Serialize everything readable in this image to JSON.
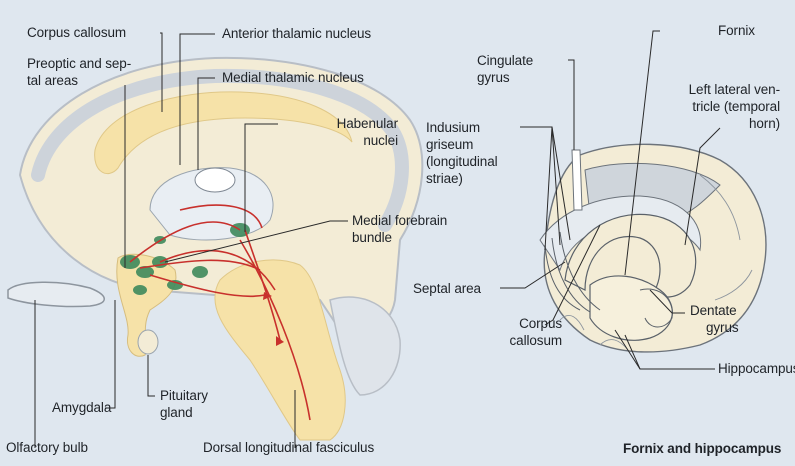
{
  "left_labels": {
    "corpus_callosum": "Corpus callosum",
    "preoptic_line1": "Preoptic and sep-",
    "preoptic_line2": "tal areas",
    "anterior_thalamic": "Anterior thalamic nucleus",
    "medial_thalamic": "Medial thalamic nucleus",
    "habenular_line1": "Habenular",
    "habenular_line2": "nuclei",
    "medial_forebrain_line1": "Medial forebrain",
    "medial_forebrain_line2": "bundle",
    "amygdala": "Amygdala",
    "pituitary_line1": "Pituitary",
    "pituitary_line2": "gland",
    "olfactory_bulb": "Olfactory bulb",
    "dorsal_longitudinal": "Dorsal longitudinal fasciculus"
  },
  "right_labels": {
    "fornix": "Fornix",
    "cingulate_line1": "Cingulate",
    "cingulate_line2": "gyrus",
    "left_lateral_line1": "Left lateral ven-",
    "left_lateral_line2": "tricle (temporal",
    "left_lateral_line3": "horn)",
    "indusium_line1": "Indusium",
    "indusium_line2": "griseum",
    "indusium_line3": "(longitudinal",
    "indusium_line4": "striae)",
    "septal_area": "Septal area",
    "corpus_callosum_line1": "Corpus",
    "corpus_callosum_line2": "callosum",
    "dentate_line1": "Dentate",
    "dentate_line2": "gyrus",
    "hippocampus": "Hippocampus"
  },
  "caption": "Fornix and hippocampus",
  "colors": {
    "background": "#dfe7ef",
    "tissue": "#f3ecd6",
    "white_matter": "#f6e2a8",
    "gray_matter": "#c9cfd6",
    "tract_red": "#c8302c",
    "nucleus_green": "#3f8a5c",
    "leader_line": "#2a2a2a"
  }
}
